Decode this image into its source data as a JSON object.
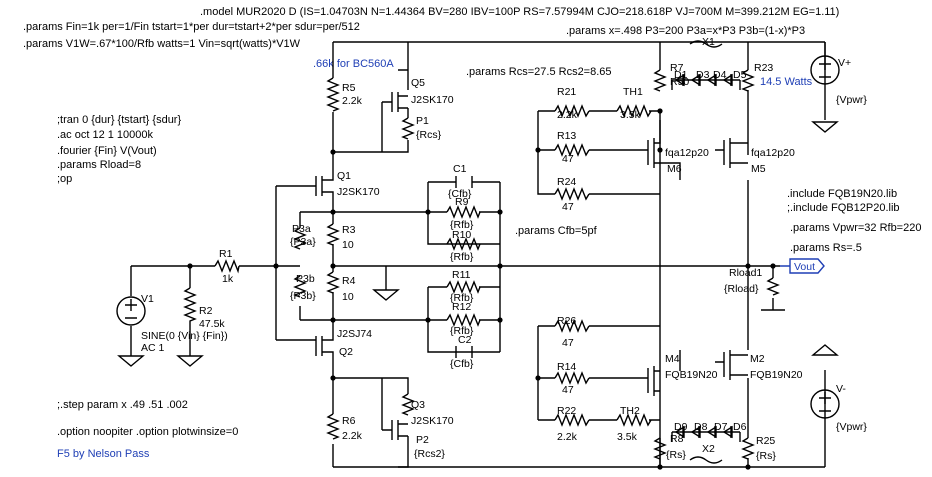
{
  "directives": {
    "model": ".model MUR2020 D (IS=1.04703N N=1.44364 BV=280 IBV=100P RS=7.57994M CJO=218.618P VJ=700M M=399.212M EG=1.11)",
    "params_fin": ".params Fin=1k per=1/Fin tstart=1*per dur=tstart+2*per sdur=per/512",
    "params_v1w": ".params V1W=.67*100/Rfb watts=1  Vin=sqrt(watts)*V1W",
    "params_x": ".params x=.498 P3=200 P3a=x*P3 P3b=(1-x)*P3",
    "note_bc560a": ".66k for BC560A",
    "params_rcs": ".params Rcs=27.5 Rcs2=8.65",
    "tran": ";tran 0 {dur} {tstart} {sdur}",
    "ac": ".ac oct 12 1 10000k",
    "fourier": ".fourier {Fin} V(Vout)",
    "rload": ".params Rload=8",
    "op": ";op",
    "params_cfb": ".params Cfb=5pf",
    "include1": ".include FQB19N20.lib",
    "include2": ";.include FQB12P20.lib",
    "params_vpwr": ".params Vpwr=32  Rfb=220",
    "params_rs": ".params Rs=.5",
    "step": ";.step param x .49 .51 .002",
    "option": ".option noopiter  .option plotwinsize=0",
    "credit": "F5 by Nelson Pass",
    "watts": "14.5 Watts"
  },
  "labels": {
    "v1_name": "V1",
    "v1_value": "SINE(0 {Vin} {Fin})",
    "v1_ac": "AC 1",
    "r1_name": "R1",
    "r1_value": "1k",
    "r2_name": "R2",
    "r2_value": "47.5k",
    "r5_name": "R5",
    "r5_value": "2.2k",
    "q5_name": "Q5",
    "q5_value": "J2SK170",
    "p1_name": "P1",
    "p1_value": "{Rcs}",
    "q1_name": "Q1",
    "q1_value": "J2SK170",
    "p3a_name": "P3a",
    "p3a_value": "{P3a}",
    "r3_name": "R3",
    "r3_value": "10",
    "r4_name": "R4",
    "r4_value": "10",
    "p3b_name": "P3b",
    "p3b_value": "{P3b}",
    "q2_value": "J2SJ74",
    "q2_name": "Q2",
    "r6_name": "R6",
    "r6_value": "2.2k",
    "q3_name": "Q3",
    "q3_value": "J2SK170",
    "p2_name": "P2",
    "p2_value": "{Rcs2}",
    "c1_name": "C1",
    "c1_value": "{Cfb}",
    "r9_name": "R9",
    "r9_value": "{Rfb}",
    "r10_name": "R10",
    "r10_value": "{Rfb}",
    "r11_name": "R11",
    "r11_value": "{Rfb}",
    "r12_name": "R12",
    "r12_value": "{Rfb}",
    "c2_name": "C2",
    "c2_value": "{Cfb}",
    "r21_name": "R21",
    "r21_value": "2.2k",
    "th1_name": "TH1",
    "th1_value": "3.5k",
    "r13_name": "R13",
    "r13_value": "47",
    "r24_name": "R24",
    "r24_value": "47",
    "m6_model": "fqa12p20",
    "m6_name": "M6",
    "m5_model": "fqa12p20",
    "m5_name": "M5",
    "r26_name": "R26",
    "r26_value": "47",
    "r14_name": "R14",
    "r14_value": "47",
    "r22_name": "R22",
    "r22_value": "2.2k",
    "th2_name": "TH2",
    "th2_value": "3.5k",
    "m4_name": "M4",
    "m4_model": "FQB19N20",
    "m2_name": "M2",
    "m2_model": "FQB19N20",
    "r7_name": "R7",
    "r50_name": "R50",
    "r23_name": "R23",
    "x1_name": "X1",
    "d1": "D1",
    "d3": "D3",
    "d4": "D4",
    "d5": "D5",
    "r8_name": "R8",
    "r8_value": "{Rs}",
    "r25_name": "R25",
    "r25_value": "{Rs}",
    "x2_name": "X2",
    "d9": "D9",
    "d8": "D8",
    "d7": "D7",
    "d6": "D6",
    "rload1_name": "Rload1",
    "rload1_value": "{Rload}",
    "vout": "Vout",
    "vplus_name": "V+",
    "vplus_value": "{Vpwr}",
    "vminus_name": "V-",
    "vminus_value": "{Vpwr}"
  }
}
